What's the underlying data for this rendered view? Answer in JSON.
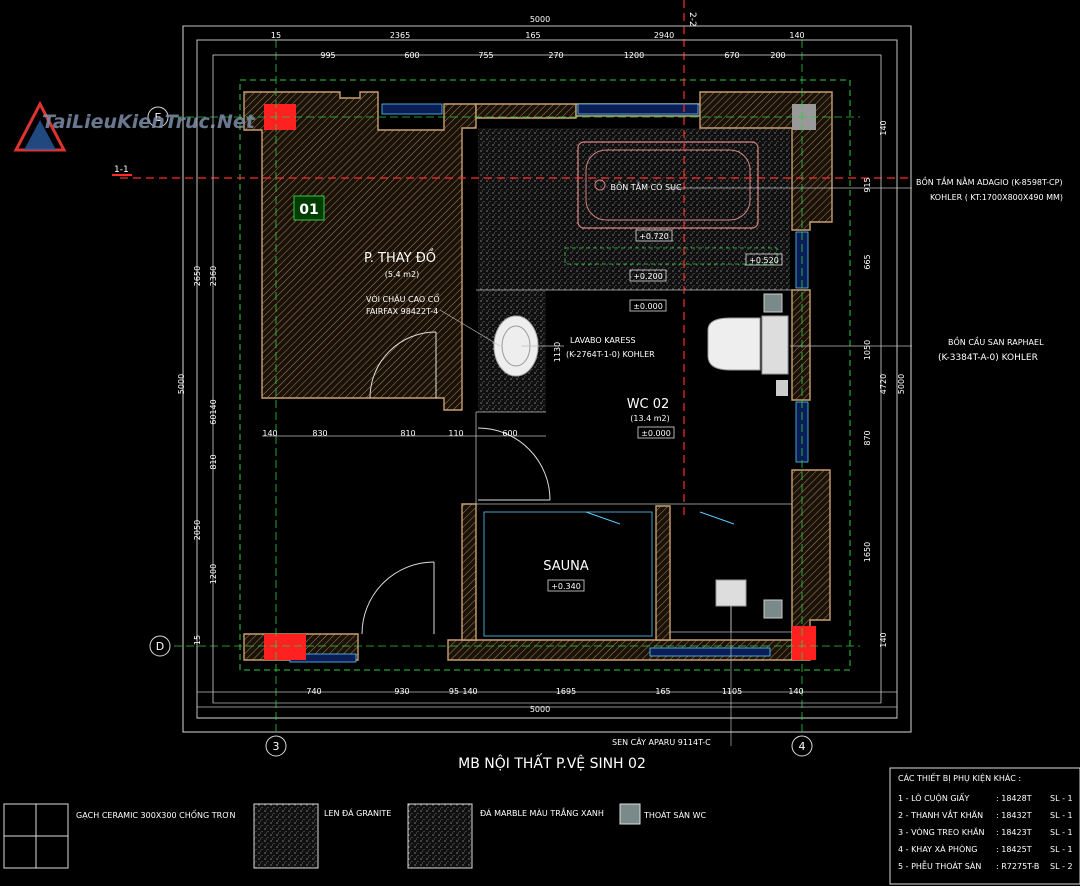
{
  "watermark": "TaiLieuKienTruc.Net",
  "title": "MB NỘI THẤT P.VỆ SINH 02",
  "section_marks": {
    "horizontal": "1-1",
    "vertical": "2-2"
  },
  "grid_labels": {
    "top": "E",
    "bottom": "D",
    "left": "3",
    "right": "4"
  },
  "rooms": {
    "changing": {
      "name": "P. THAY ĐỒ",
      "area": "(5.4 m2)",
      "tag": "01"
    },
    "wc": {
      "name": "WC 02",
      "area": "(13.4 m2)",
      "level": "±0.000"
    },
    "sauna": {
      "name": "SAUNA",
      "level": "+0.340"
    }
  },
  "levels": [
    "+0.720",
    "+0.520",
    "+0.200",
    "±0.000"
  ],
  "annotations": {
    "bathtub": "BỒN TẮM CÓ SỤC",
    "bathtub_spec_1": "BỒN TẮM NẰM ADAGIO (K-8598T-CP)",
    "bathtub_spec_2": "KOHLER   ( KT:1700X800X490 MM)",
    "faucet_1": "VÒI CHẬU CAO CỔ",
    "faucet_2": "FAIRFAX 98422T-4",
    "lavabo_1": "LAVABO KARESS",
    "lavabo_2": "(K-2764T-1-0) KOHLER",
    "toilet_1": "BỒN CẦU SAN RAPHAEL",
    "toilet_2": "(K-3384T-A-0) KOHLER",
    "shower": "SEN CÂY APARU 9114T-C"
  },
  "dims": {
    "total": "5000",
    "top_row1": [
      "15",
      "2365",
      "165",
      "2940",
      "140"
    ],
    "top_row2": [
      "995",
      "600",
      "755",
      "270",
      "1200",
      "670",
      "200"
    ],
    "mid": [
      "140",
      "830",
      "810",
      "110",
      "600"
    ],
    "bottom": [
      "740",
      "930",
      "95",
      "140",
      "1695",
      "165",
      "1105",
      "140"
    ],
    "left": [
      "2650",
      "2360",
      "60140",
      "810",
      "2050",
      "1200",
      "15"
    ],
    "right": [
      "140",
      "915",
      "665",
      "1050",
      "870",
      "1650",
      "140"
    ],
    "right_total": "4720",
    "lavabo_h": "1130"
  },
  "legend": {
    "items": [
      {
        "label": "GẠCH CERAMIC 300X300 CHỐNG TRƠN"
      },
      {
        "label": "LEN ĐÁ GRANITE"
      },
      {
        "label": "ĐÁ MARBLE MÀU TRẮNG XANH"
      },
      {
        "label": "THOÁT SÀN WC"
      }
    ]
  },
  "accessories": {
    "title": "CÁC THIẾT BỊ PHỤ KIỆN KHÁC :",
    "rows": [
      {
        "name": "1 - LÔ CUỘN GIẤY",
        "code": ": 18428T",
        "qty": "SL - 1"
      },
      {
        "name": "2 - THANH VẮT KHĂN",
        "code": ": 18432T",
        "qty": "SL - 1"
      },
      {
        "name": "3 - VÒNG TREO KHĂN",
        "code": ": 18423T",
        "qty": "SL - 1"
      },
      {
        "name": "4 - KHAY XÀ PHÒNG",
        "code": ": 18425T",
        "qty": "SL - 1"
      },
      {
        "name": "5 - PHỄU THOÁT SÀN",
        "code": ": R7275T-B",
        "qty": "SL - 2"
      }
    ]
  },
  "colors": {
    "wall": "#c8a070",
    "grid": "#ff2a2a",
    "dim": "#c9c9c9",
    "green": "#2ecc40",
    "cyan": "#5ac8fa"
  }
}
